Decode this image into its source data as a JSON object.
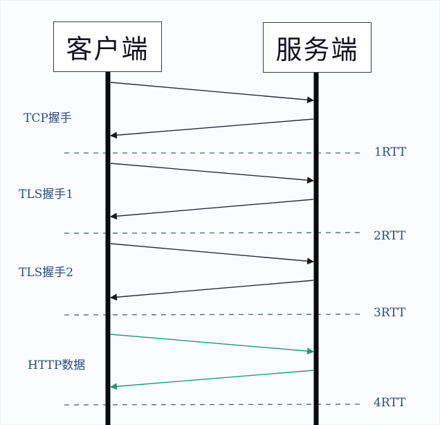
{
  "title": "HTTPS connection establishment timeline (TCP + TLS handshake)",
  "actors": {
    "client": "客户端",
    "server": "服务端"
  },
  "phases": [
    {
      "label": "TCP握手",
      "color": "#2b4a7c"
    },
    {
      "label": "TLS握手1",
      "color": "#2b4a7c"
    },
    {
      "label": "TLS握手2",
      "color": "#2b4a7c"
    },
    {
      "label": "HTTP数据",
      "color": "#2b4a7c"
    }
  ],
  "rtt_markers": [
    "1RTT",
    "2RTT",
    "3RTT",
    "4RTT"
  ],
  "messages": [
    {
      "phase": "TCP握手",
      "from": "client",
      "to": "server",
      "color": "#2a2a33"
    },
    {
      "phase": "TCP握手",
      "from": "server",
      "to": "client",
      "color": "#2a2a33"
    },
    {
      "phase": "TLS握手1",
      "from": "client",
      "to": "server",
      "color": "#2a2a33"
    },
    {
      "phase": "TLS握手1",
      "from": "server",
      "to": "client",
      "color": "#2a2a33"
    },
    {
      "phase": "TLS握手2",
      "from": "client",
      "to": "server",
      "color": "#2a2a33"
    },
    {
      "phase": "TLS握手2",
      "from": "server",
      "to": "client",
      "color": "#2a2a33"
    },
    {
      "phase": "HTTP数据",
      "from": "client",
      "to": "server",
      "color": "#1f9a78"
    },
    {
      "phase": "HTTP数据",
      "from": "server",
      "to": "client",
      "color": "#1f9a78"
    }
  ],
  "colors": {
    "lifeline": "#0a0a0a",
    "arrow": "#2a2a33",
    "http_arrow": "#1f9a78",
    "dashed": "#4a5f7a",
    "label": "#2b4a7c"
  }
}
